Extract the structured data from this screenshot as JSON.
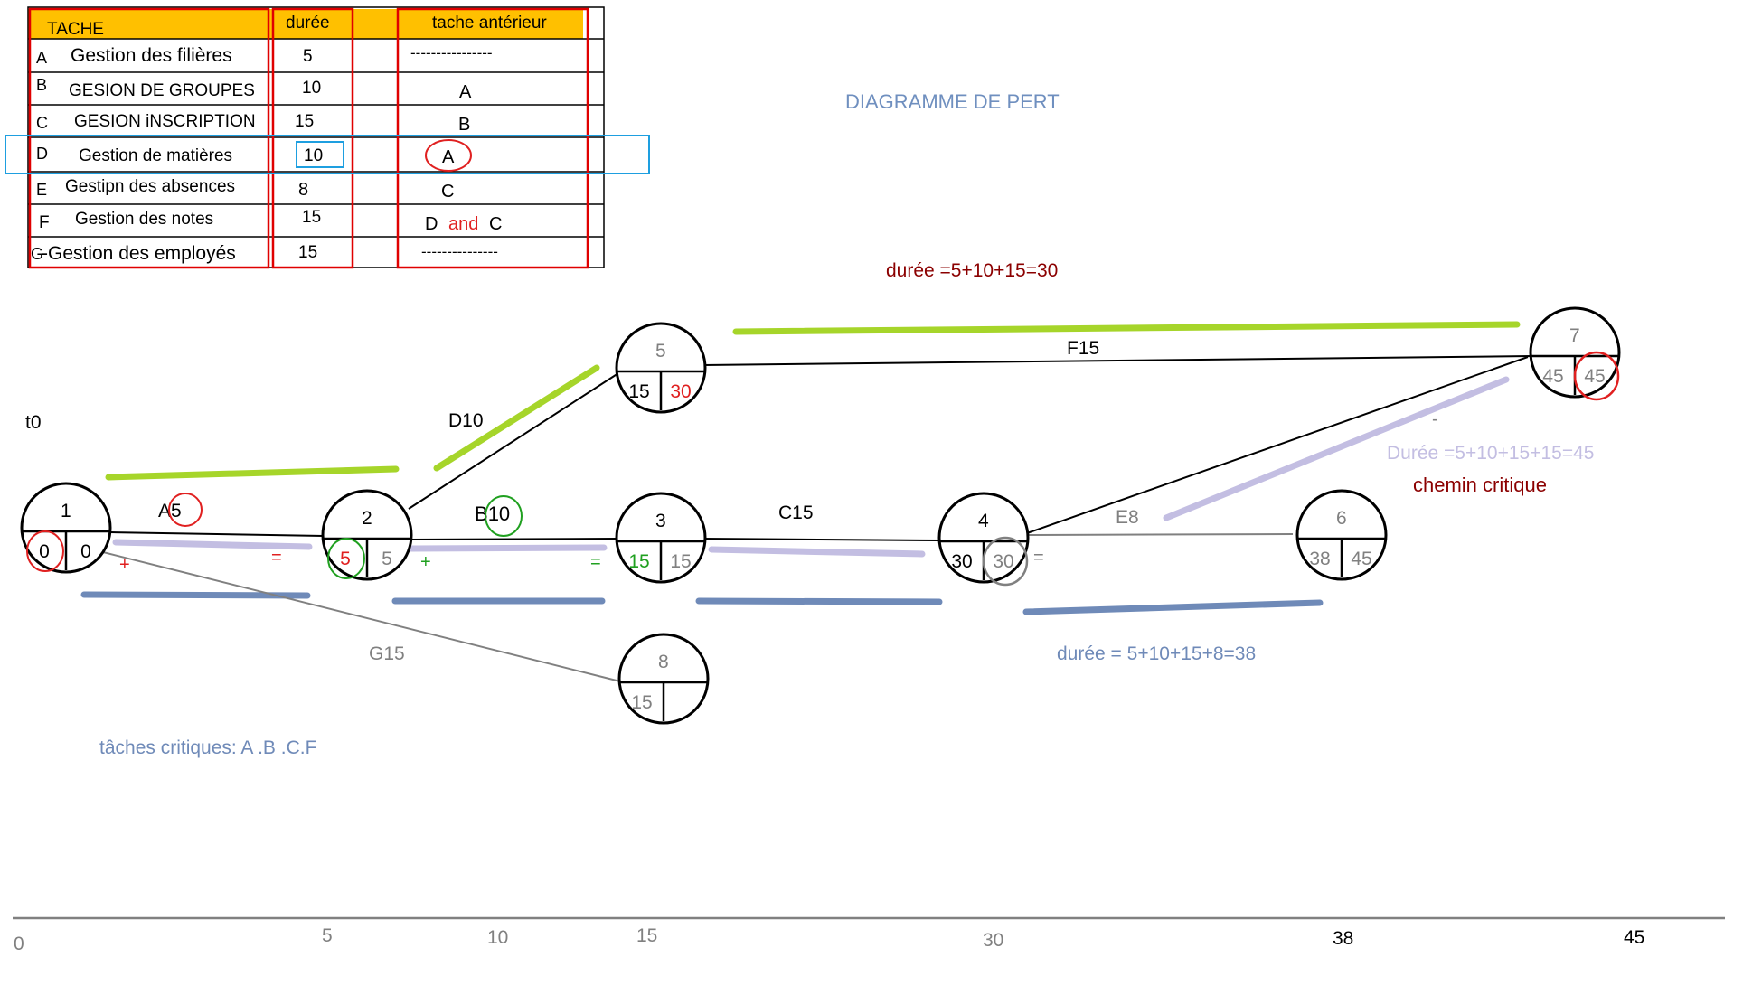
{
  "diagram_title": "DIAGRAMME DE PERT",
  "table": {
    "headers": {
      "task": "TACHE",
      "duration": "durée",
      "previous": "tache antérieur"
    },
    "rows": [
      {
        "letter": "A",
        "name": "Gestion des filières",
        "duration": "5",
        "previous": "----------------"
      },
      {
        "letter": "B",
        "name": "GESION DE GROUPES",
        "duration": "10",
        "previous": "A"
      },
      {
        "letter": "C",
        "name": "GESION  iNSCRIPTION",
        "duration": "15",
        "previous": "B"
      },
      {
        "letter": "D",
        "name": "Gestion de matières",
        "duration": "10",
        "previous": "A"
      },
      {
        "letter": "E",
        "name": "Gestipn des absences",
        "duration": "8",
        "previous": "C"
      },
      {
        "letter": "F",
        "name": "Gestion des notes",
        "duration": "15",
        "previous_a": "D",
        "previous_and": "and",
        "previous_b": "C"
      },
      {
        "letter": "G",
        "name": "-Gestion des employés",
        "duration": "15",
        "previous": "---------------"
      }
    ]
  },
  "nodes": [
    {
      "id": "1",
      "early": "0",
      "late": "0"
    },
    {
      "id": "2",
      "early": "5",
      "late": "5"
    },
    {
      "id": "3",
      "early": "15",
      "late": "15"
    },
    {
      "id": "4",
      "early": "30",
      "late": "30"
    },
    {
      "id": "5",
      "early": "15",
      "late": "30"
    },
    {
      "id": "6",
      "early": "38",
      "late": "45"
    },
    {
      "id": "7",
      "early": "45",
      "late": "45"
    },
    {
      "id": "8",
      "early": "15",
      "late": ""
    }
  ],
  "edges": {
    "A": {
      "letter": "A",
      "value": "5"
    },
    "B": {
      "letter": "B",
      "value": "10"
    },
    "C": "C15",
    "D": "D10",
    "E": "E8",
    "F": "F15",
    "G": "G15"
  },
  "annotations": {
    "t0": "t0",
    "duree_top": "durée =5+10+15=30",
    "duree_critical": "Durée =5+10+15+15=45",
    "chemin_critique": "chemin critique",
    "duree_bottom": "durée = 5+10+15+8=38",
    "taches_critiques": "tâches critiques: A .B .C.F",
    "plus": "+",
    "equals": "=",
    "dash": "-"
  },
  "timeline": [
    "0",
    "5",
    "10",
    "15",
    "30",
    "38",
    "45"
  ],
  "colors": {
    "table_header_fill": "#FFC000",
    "table_border_red": "#E00000",
    "highlight_box": "#1E9FE0",
    "title_blue": "#6F8FBF",
    "lime": "#A6D52A",
    "lavender": "#C3BEE2",
    "steel_blue": "#6F8AB8",
    "dark_red": "#8B0000",
    "red": "#E02020",
    "green": "#20A020",
    "gray_text": "#808080"
  }
}
